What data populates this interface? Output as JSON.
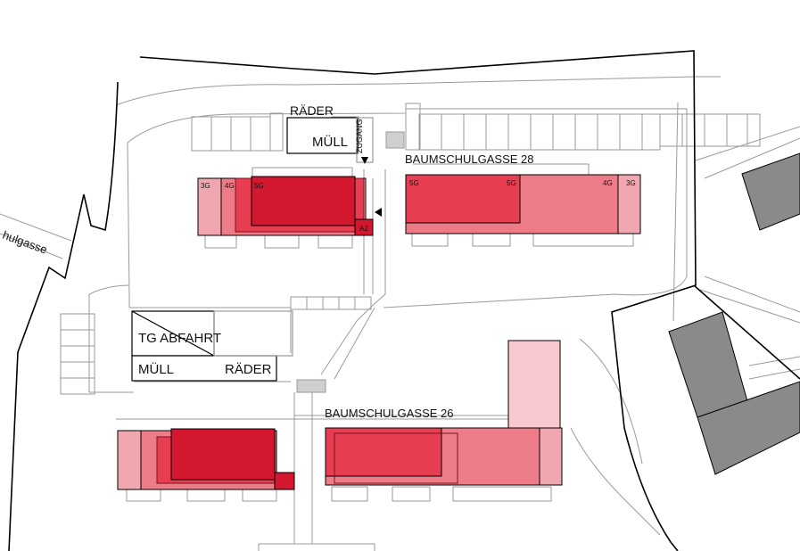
{
  "map": {
    "colors": {
      "floor_3g": "#f1a7b0",
      "floor_4g": "#ee7b88",
      "floor_5g": "#e83e52",
      "roof": "#d3172e",
      "light": "#f7c9cf",
      "neighbor": "#8a8a8a",
      "line": "#000000",
      "path": "#9a9a9a"
    },
    "streets": {
      "baumschulgasse": "hulgasse",
      "baumschulgasse_28": "BAUMSCHULGASSE 28",
      "baumschulgasse_26": "BAUMSCHULGASSE 26"
    },
    "labels": {
      "raeder_top": "RÄDER",
      "muell_top": "MÜLL",
      "zugang": "ZUGANG",
      "tg_abfahrt": "TG ABFAHRT",
      "muell_bottom": "MÜLL",
      "raeder_bottom": "RÄDER",
      "az": "AZ"
    },
    "floors": {
      "b28_left_3g": "3G",
      "b28_left_4g": "4G",
      "b28_left_5g": "5G",
      "b28_right_5g_a": "5G",
      "b28_right_5g_b": "5G",
      "b28_right_4g": "4G",
      "b28_right_3g": "3G"
    }
  }
}
